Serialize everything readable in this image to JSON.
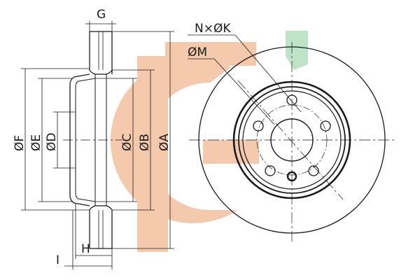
{
  "diagram": {
    "labels": {
      "G": "G",
      "F": "ØF",
      "E": "ØE",
      "D": "ØD",
      "C": "ØC",
      "B": "ØB",
      "A": "ØA",
      "H": "H",
      "I": "I",
      "NK": "N×ØK",
      "M": "ØM"
    },
    "colors": {
      "line": "#1a1a1a",
      "watermark_orange": "#f3c4a4",
      "watermark_green": "#b8e0c0"
    },
    "watermark": {
      "shape": "logo-g"
    }
  }
}
